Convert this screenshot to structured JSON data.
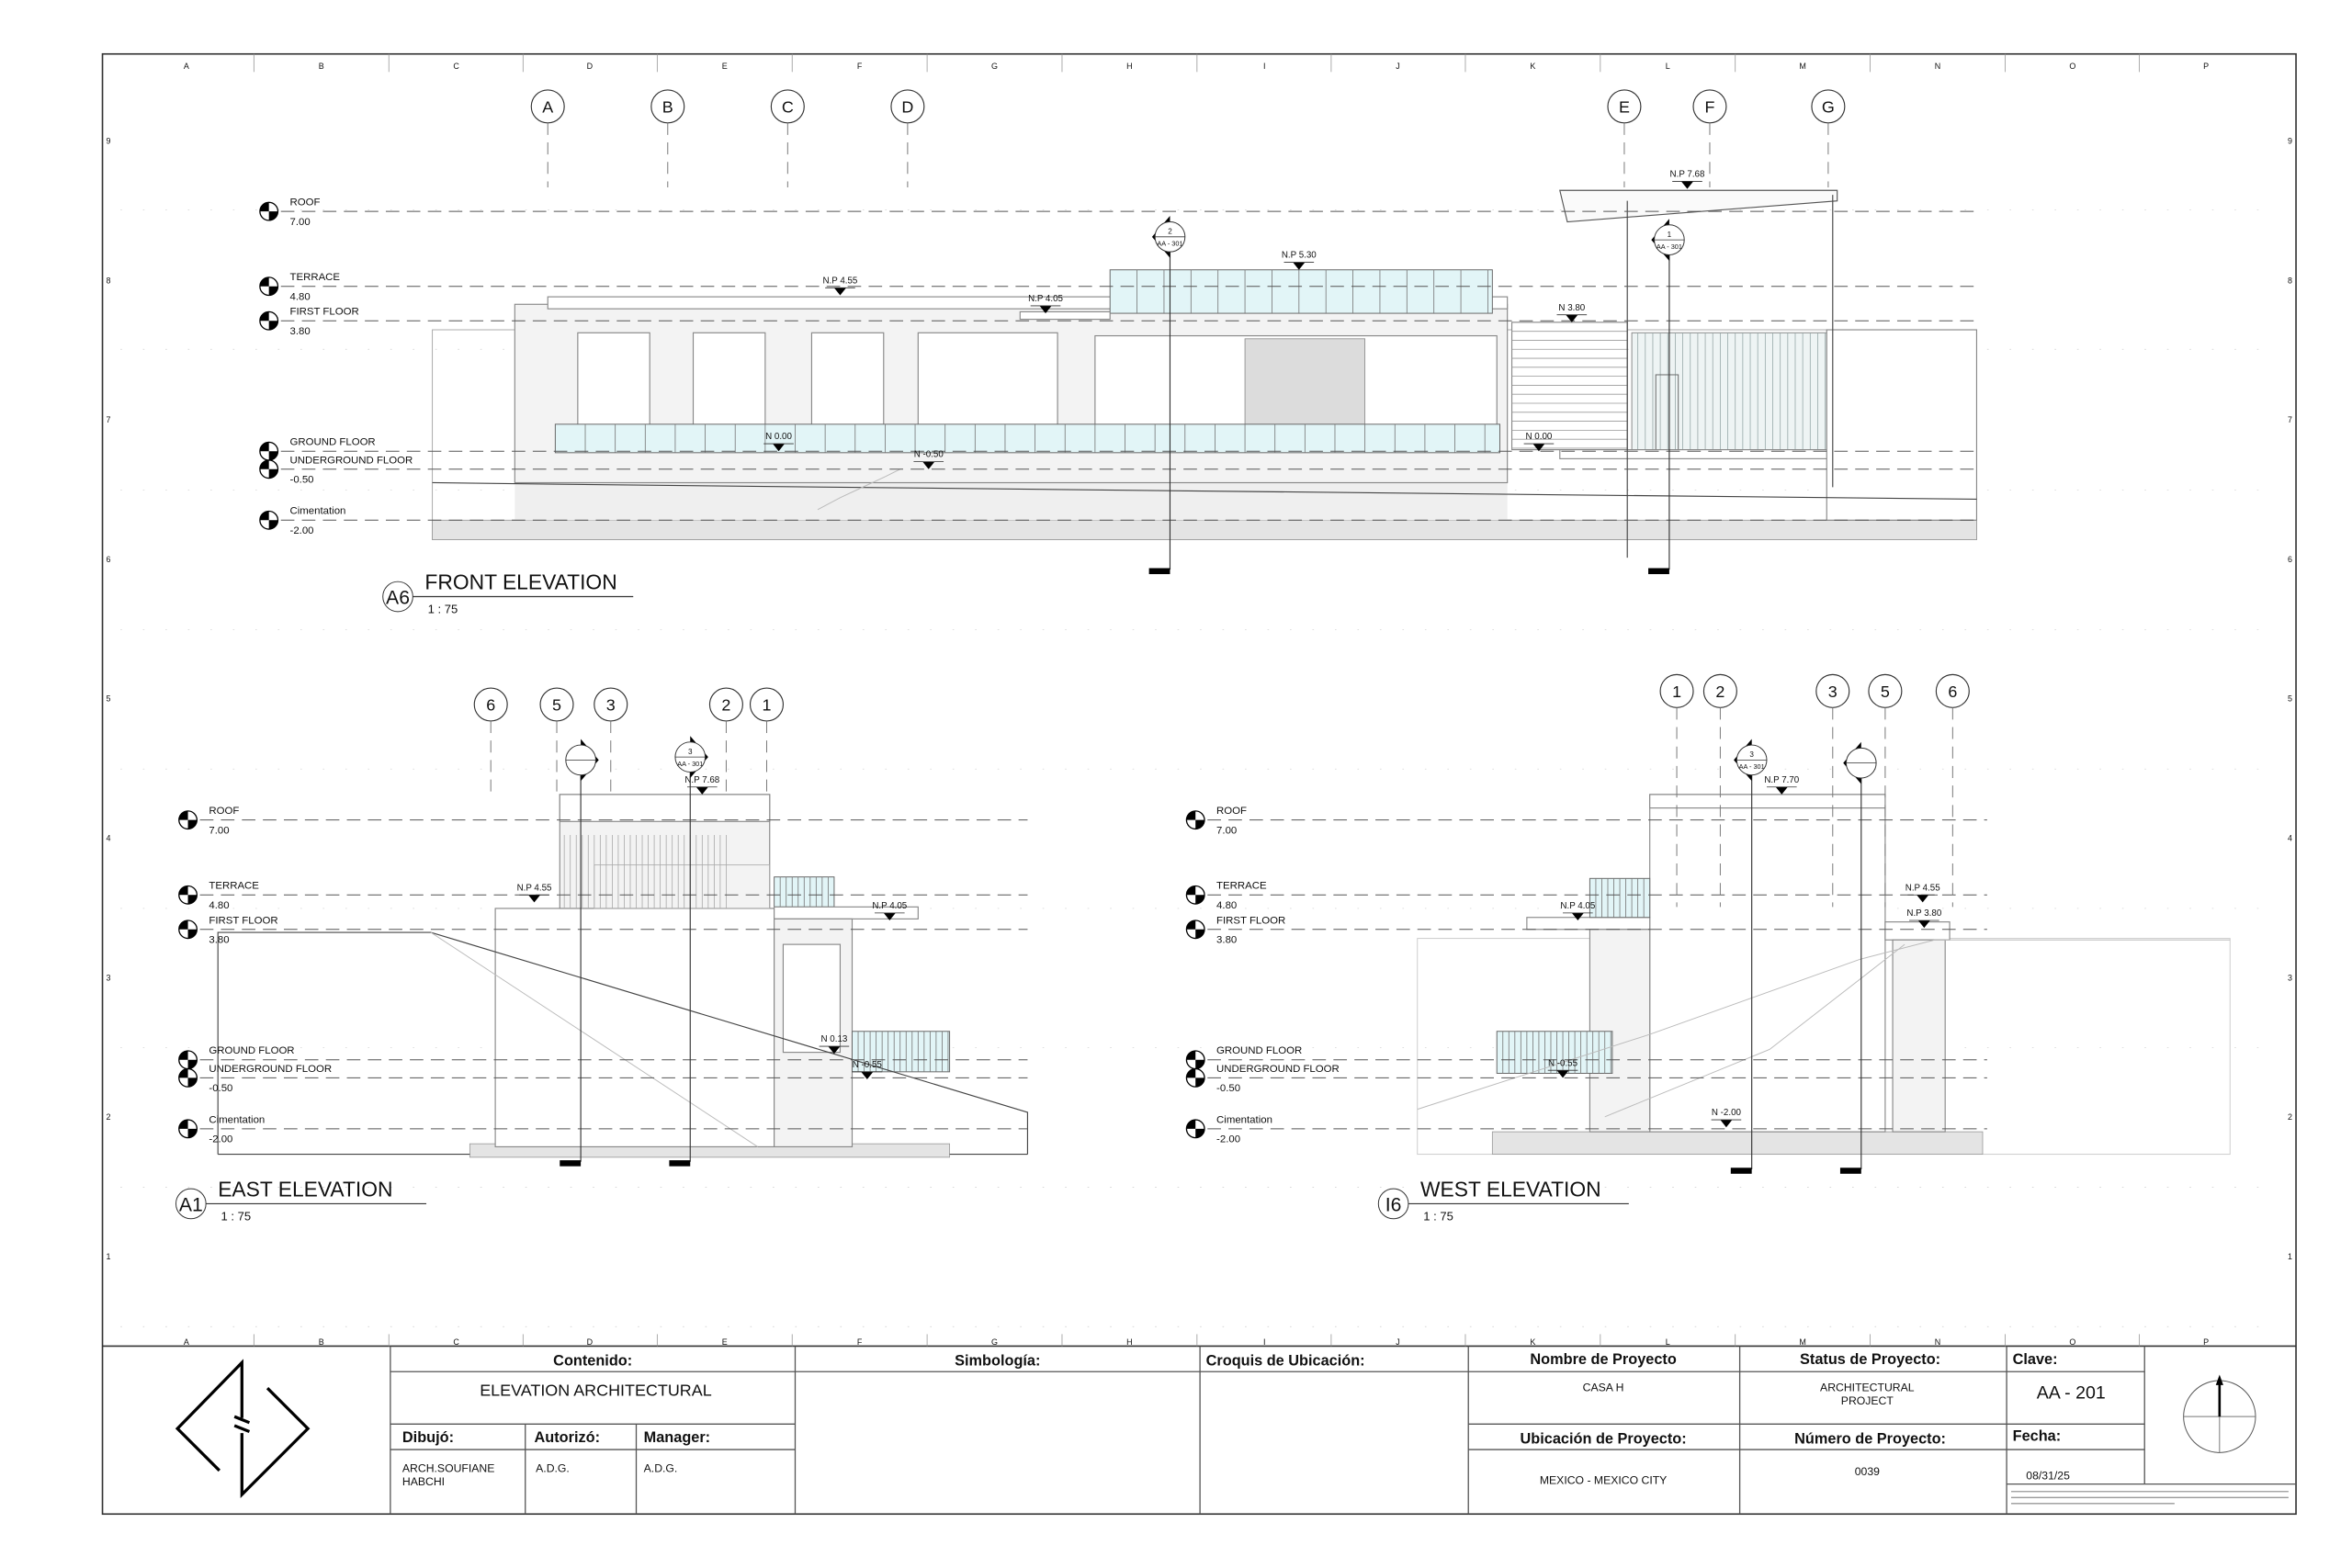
{
  "sheet": {
    "columns": [
      "A",
      "B",
      "C",
      "D",
      "E",
      "F",
      "G",
      "H",
      "I",
      "J",
      "K",
      "L",
      "M",
      "N",
      "O",
      "P"
    ],
    "rows": [
      "9",
      "8",
      "7",
      "6",
      "5",
      "4",
      "3",
      "2",
      "1"
    ]
  },
  "drawings": {
    "front": {
      "id": "A6",
      "title": "FRONT ELEVATION",
      "scale": "1 : 75",
      "levels": [
        {
          "name": "ROOF",
          "value": "7.00"
        },
        {
          "name": "TERRACE",
          "value": "4.80"
        },
        {
          "name": "FIRST FLOOR",
          "value": "3.80"
        },
        {
          "name": "GROUND FLOOR",
          "value": ""
        },
        {
          "name": "UNDERGROUND FLOOR",
          "value": "-0.50"
        },
        {
          "name": "Cimentation",
          "value": "-2.00"
        }
      ],
      "grid_bubbles": [
        "A",
        "B",
        "C",
        "D",
        "E",
        "F",
        "G"
      ],
      "spot_elevations": [
        "N.P 7.68",
        "N.P 4.55",
        "N.P 4.05",
        "N.P 5.30",
        "N 3.80",
        "N 0.00",
        "N -0.50",
        "N 0.00"
      ],
      "section_marks": [
        {
          "number": "2",
          "sheet": "AA - 301"
        },
        {
          "number": "1",
          "sheet": "AA - 301"
        }
      ]
    },
    "east": {
      "id": "A1",
      "title": "EAST ELEVATION",
      "scale": "1 : 75",
      "levels": [
        {
          "name": "ROOF",
          "value": "7.00"
        },
        {
          "name": "TERRACE",
          "value": "4.80"
        },
        {
          "name": "FIRST FLOOR",
          "value": "3.80"
        },
        {
          "name": "GROUND FLOOR",
          "value": ""
        },
        {
          "name": "UNDERGROUND FLOOR",
          "value": "-0.50"
        },
        {
          "name": "Cimentation",
          "value": "-2.00"
        }
      ],
      "grid_bubbles": [
        "6",
        "5",
        "3",
        "2",
        "1"
      ],
      "spot_elevations": [
        "N.P 7.68",
        "N.P 4.55",
        "N.P 4.05",
        "N 0.13",
        "N -0.55"
      ],
      "section_marks": [
        {
          "number": "",
          "sheet": ""
        },
        {
          "number": "3",
          "sheet": "AA - 301"
        }
      ]
    },
    "west": {
      "id": "I6",
      "title": "WEST ELEVATION",
      "scale": "1 : 75",
      "levels": [
        {
          "name": "ROOF",
          "value": "7.00"
        },
        {
          "name": "TERRACE",
          "value": "4.80"
        },
        {
          "name": "FIRST FLOOR",
          "value": "3.80"
        },
        {
          "name": "GROUND FLOOR",
          "value": ""
        },
        {
          "name": "UNDERGROUND FLOOR",
          "value": "-0.50"
        },
        {
          "name": "Cimentation",
          "value": "-2.00"
        }
      ],
      "grid_bubbles": [
        "1",
        "2",
        "3",
        "5",
        "6"
      ],
      "spot_elevations": [
        "N.P 7.70",
        "N.P 4.05",
        "N.P 4.55",
        "N.P 3.80",
        "N -0.55",
        "N -2.00"
      ],
      "section_marks": [
        {
          "number": "3",
          "sheet": "AA - 301"
        },
        {
          "number": "",
          "sheet": ""
        }
      ]
    }
  },
  "title_block": {
    "contenido_label": "Contenido:",
    "contenido": "ELEVATION ARCHITECTURAL",
    "dibujo_label": "Dibujó:",
    "dibujo": [
      "ARCH.SOUFIANE",
      "HABCHI"
    ],
    "autorizo_label": "Autorizó:",
    "autorizo": "A.D.G.",
    "manager_label": "Manager:",
    "manager": "A.D.G.",
    "simbologia_label": "Simbología:",
    "croquis_label": "Croquis de Ubicación:",
    "nombre_label": "Nombre de Proyecto",
    "nombre": "CASA H",
    "status_label": "Status de Proyecto:",
    "status": [
      "ARCHITECTURAL",
      "PROJECT"
    ],
    "ubicacion_label": "Ubicación de Proyecto:",
    "ubicacion": "MEXICO - MEXICO CITY",
    "numero_label": "Número de Proyecto:",
    "numero": "0039",
    "clave_label": "Clave:",
    "clave": "AA - 201",
    "fecha_label": "Fecha:",
    "fecha": "08/31/25"
  },
  "colors": {
    "glass": "#e2f5f7",
    "line": "#444444",
    "band": "#e4e4e4"
  }
}
